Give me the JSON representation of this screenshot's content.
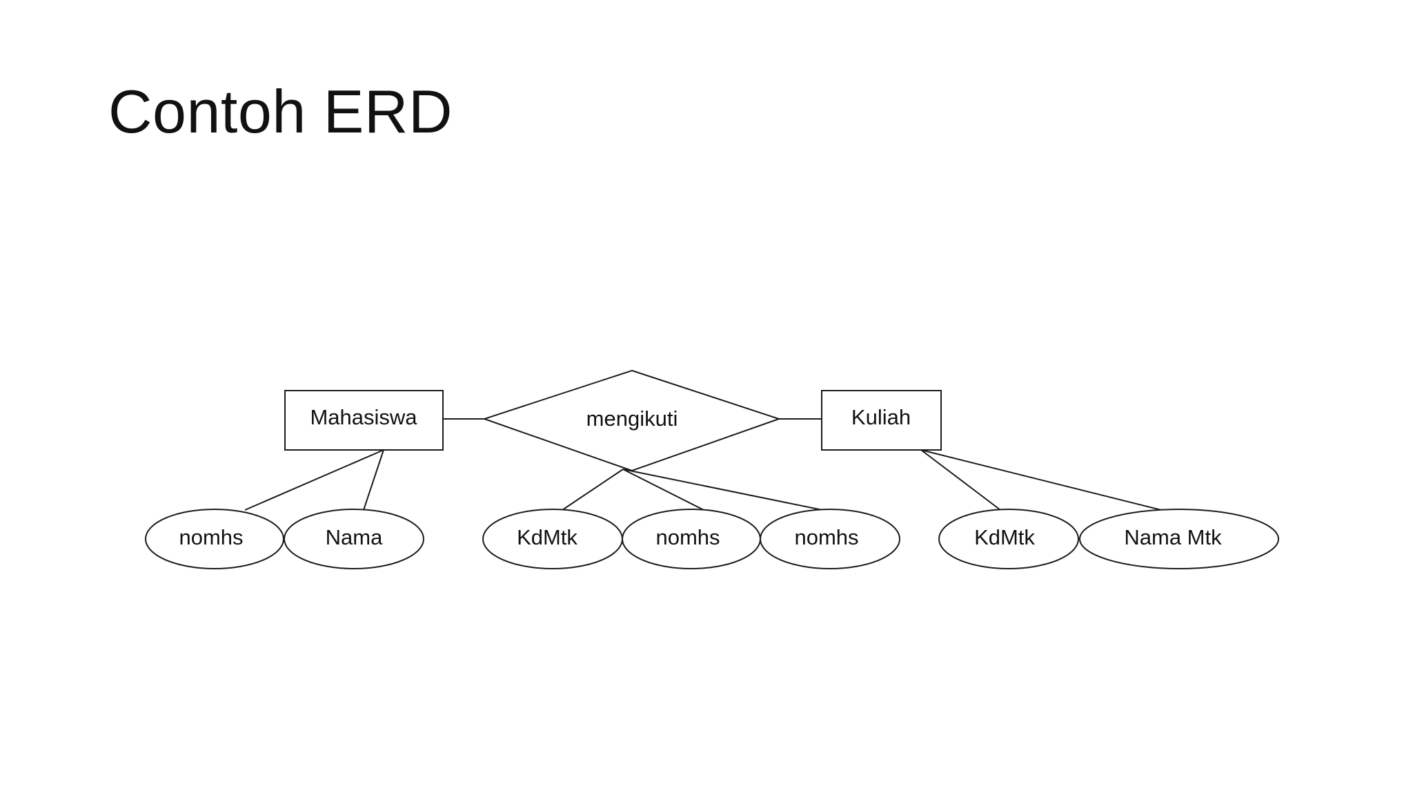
{
  "slide": {
    "title": "Contoh ERD"
  },
  "diagram": {
    "entities": [
      {
        "id": "mahasiswa",
        "label": "Mahasiswa"
      },
      {
        "id": "kuliah",
        "label": "Kuliah"
      }
    ],
    "relationships": [
      {
        "id": "mengikuti",
        "label": "mengikuti",
        "connects": [
          "mahasiswa",
          "kuliah"
        ]
      }
    ],
    "attributes": [
      {
        "id": "mhs-nomhs",
        "label": "nomhs",
        "owner": "mahasiswa"
      },
      {
        "id": "mhs-nama",
        "label": "Nama",
        "owner": "mahasiswa"
      },
      {
        "id": "rel-kdmtk",
        "label": "KdMtk",
        "owner": "mengikuti"
      },
      {
        "id": "rel-nomhs-1",
        "label": "nomhs",
        "owner": "mengikuti"
      },
      {
        "id": "rel-nomhs-2",
        "label": "nomhs",
        "owner": "mengikuti"
      },
      {
        "id": "kul-kdmtk",
        "label": "KdMtk",
        "owner": "kuliah"
      },
      {
        "id": "kul-namamtk",
        "label": "Nama Mtk",
        "owner": "kuliah"
      }
    ]
  },
  "colors": {
    "stroke": "#1a1a1a",
    "text": "#111111",
    "background": "#ffffff"
  }
}
